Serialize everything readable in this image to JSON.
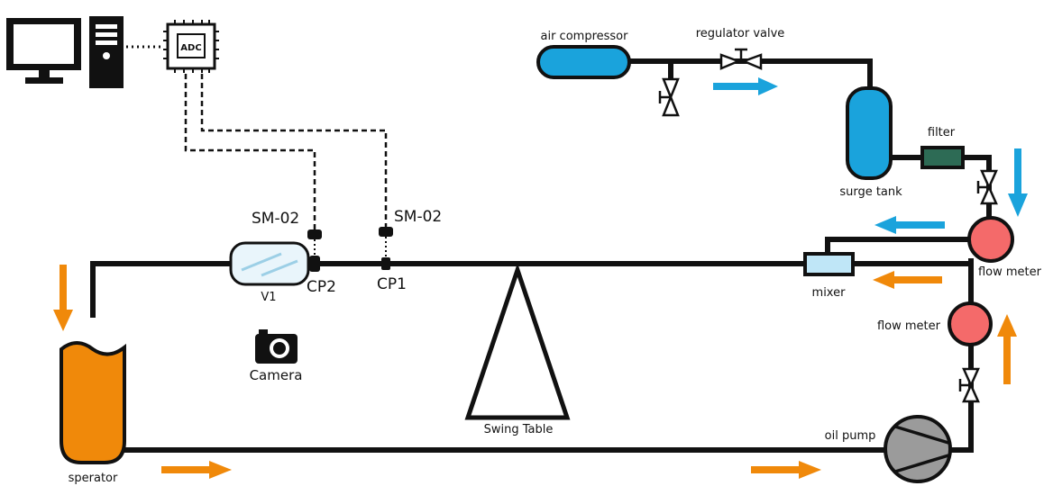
{
  "labels": {
    "air_compressor": "air compressor",
    "regulator_valve": "regulator valve",
    "filter": "filter",
    "surge_tank": "surge tank",
    "flow_meter_gas": "flow meter",
    "flow_meter_oil": "flow meter",
    "mixer": "mixer",
    "oil_pump": "oil pump",
    "separator": "sperator",
    "swing_table": "Swing Table",
    "camera": "Camera",
    "v1": "V1",
    "cp1": "CP1",
    "cp2": "CP2",
    "sm02_left": "SM-02",
    "sm02_right": "SM-02",
    "adc": "ADC"
  },
  "colors": {
    "air": "#1aa3dc",
    "oil": "#f0890a",
    "flow_meter": "#f46a6a",
    "filter": "#2d6b55",
    "mixer": "#bfe6f7",
    "pump": "#9b9b9b",
    "pipe": "#111111"
  },
  "icons": {
    "computer": "desktop-computer-icon",
    "adc_chip": "chip-icon",
    "camera": "camera-icon"
  }
}
